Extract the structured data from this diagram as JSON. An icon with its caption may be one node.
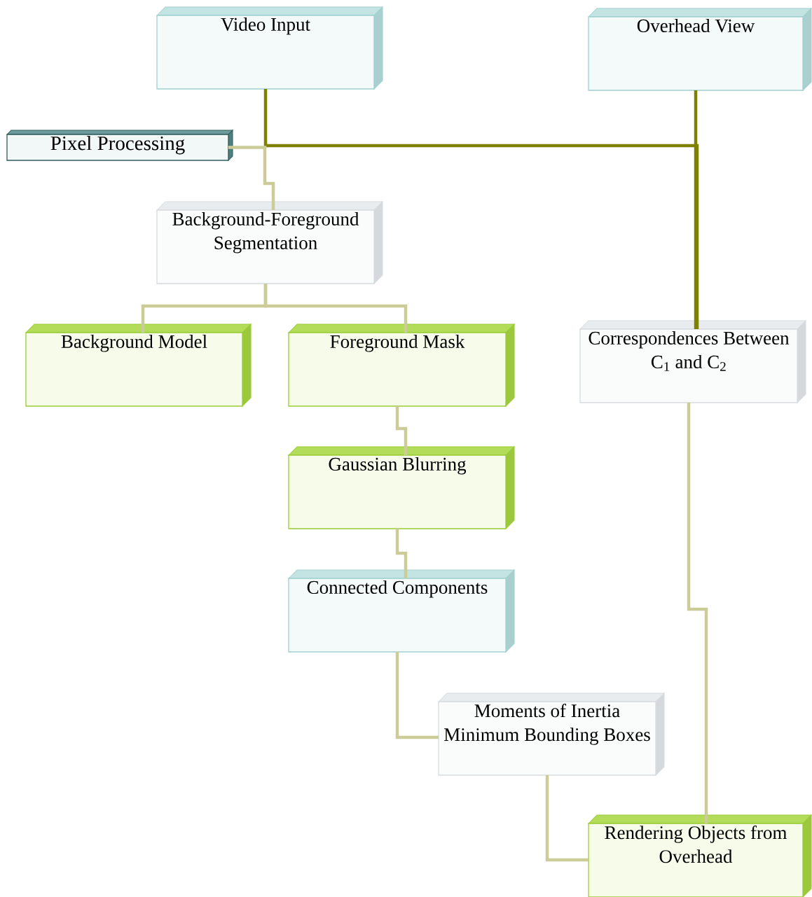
{
  "diagram": {
    "nodes": [
      {
        "text": [
          "Video Input"
        ]
      },
      {
        "text": [
          "Overhead View"
        ]
      },
      {
        "text": [
          "Pixel Processing"
        ]
      },
      {
        "text": [
          "Background-Foreground Segmentation"
        ]
      },
      {
        "text": [
          "Background Model"
        ]
      },
      {
        "text": [
          "Foreground Mask"
        ]
      },
      {
        "text": [
          "Correspondences Between C$_{1}$ and C$_{2}$"
        ]
      },
      {
        "text": [
          "Gaussian Blurring"
        ]
      },
      {
        "text": [
          "Connected Components"
        ]
      },
      {
        "text": [
          "Moments of Inertia Minimum Bounding Boxes"
        ]
      },
      {
        "text": [
          "Rendering Objects from Overhead"
        ]
      }
    ],
    "edges": [
      {
        "from": 0,
        "to": 6,
        "arrow": "none",
        "color": "#808000"
      },
      {
        "from": 1,
        "to": 6,
        "arrow": "none",
        "color": "#808000"
      },
      {
        "from": 2,
        "to": 3,
        "arrow": "none"
      },
      {
        "from": 3,
        "to": 4,
        "arrow": "none"
      },
      {
        "from": 3,
        "to": 5,
        "arrow": "none"
      },
      {
        "from": 5,
        "to": 7,
        "arrow": "none"
      },
      {
        "from": 7,
        "to": 8,
        "arrow": "none"
      },
      {
        "from": 8,
        "to": 9,
        "arrow": "none"
      },
      {
        "from": 9,
        "to": 10,
        "arrow": "none"
      },
      {
        "from": 6,
        "to": 10,
        "arrow": "none"
      }
    ]
  }
}
